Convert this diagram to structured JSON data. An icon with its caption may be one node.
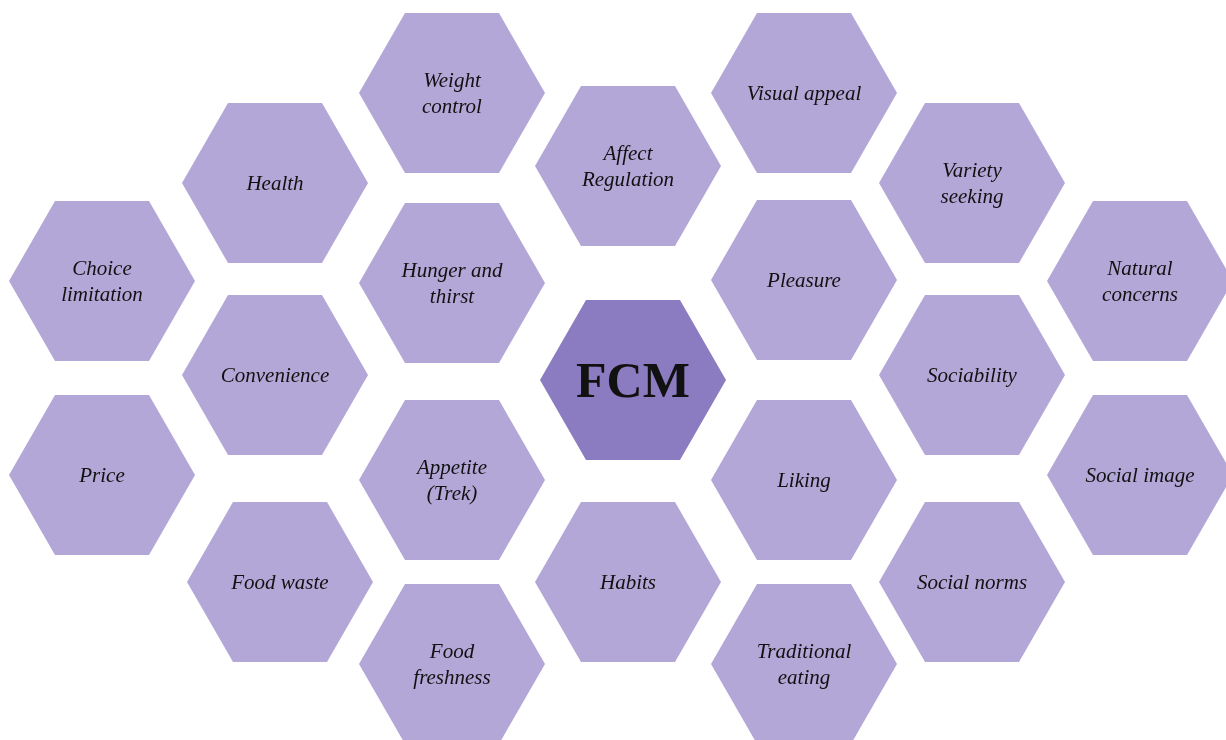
{
  "diagram": {
    "nodes": [
      {
        "text": [
          "Weight control"
        ]
      },
      {
        "text": [
          "Visual appeal"
        ]
      },
      {
        "text": [
          "Health"
        ]
      },
      {
        "text": [
          "Affect Regulation"
        ]
      },
      {
        "text": [
          "Variety seeking"
        ]
      },
      {
        "text": [
          "Choice limitation"
        ]
      },
      {
        "text": [
          "Hunger and thirst"
        ]
      },
      {
        "text": [
          "Pleasure"
        ]
      },
      {
        "text": [
          "Natural concerns"
        ]
      },
      {
        "text": [
          "Convenience"
        ]
      },
      {
        "text": [
          "FCM"
        ]
      },
      {
        "text": [
          "Sociability"
        ]
      },
      {
        "text": [
          "Price"
        ]
      },
      {
        "text": [
          "Appetite (Trek)"
        ]
      },
      {
        "text": [
          "Liking"
        ]
      },
      {
        "text": [
          "Social image"
        ]
      },
      {
        "text": [
          "Food waste"
        ]
      },
      {
        "text": [
          "Habits"
        ]
      },
      {
        "text": [
          "Social norms"
        ]
      },
      {
        "text": [
          "Food freshness"
        ]
      },
      {
        "text": [
          "Traditional eating"
        ]
      }
    ]
  }
}
